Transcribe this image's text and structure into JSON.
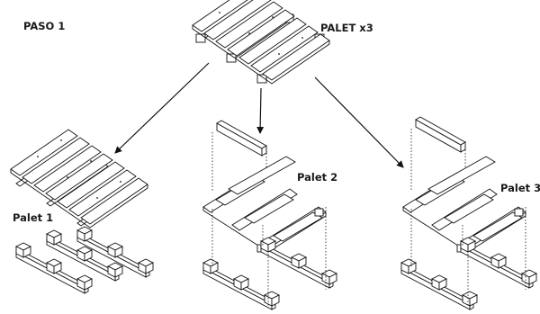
{
  "step_label": "PASO 1",
  "source_label": "PALET x3",
  "palets": [
    {
      "label": "Palet 1"
    },
    {
      "label": "Palet 2"
    },
    {
      "label": "Palet 3"
    }
  ]
}
